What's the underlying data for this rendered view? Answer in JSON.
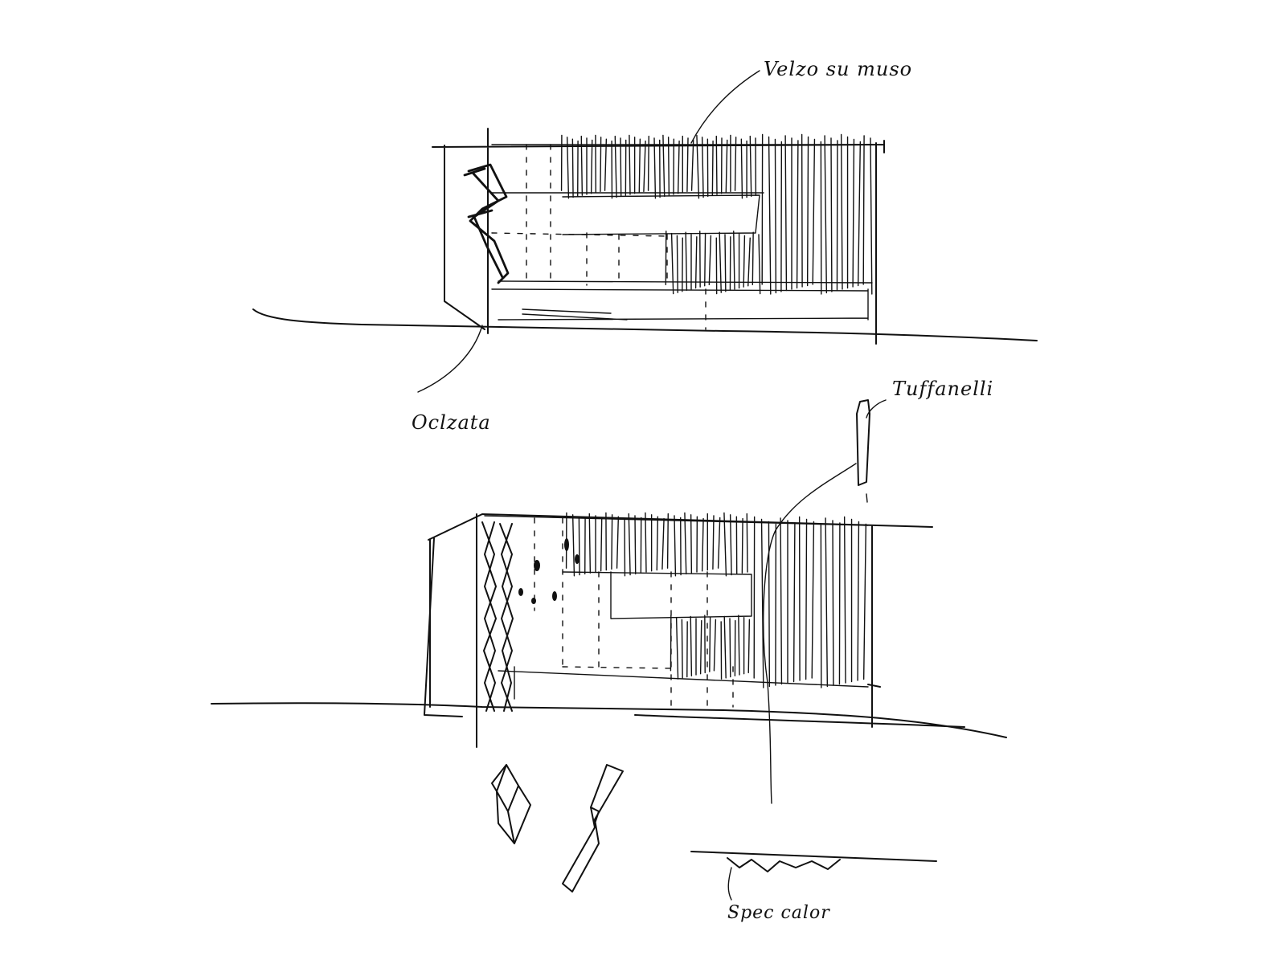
{
  "sketch": {
    "annotations": {
      "upper_top": "Velzo su muso",
      "upper_left": "Oclzata",
      "lower_right": "Tuffanelli",
      "lower_bottom": "Spec calor"
    }
  }
}
